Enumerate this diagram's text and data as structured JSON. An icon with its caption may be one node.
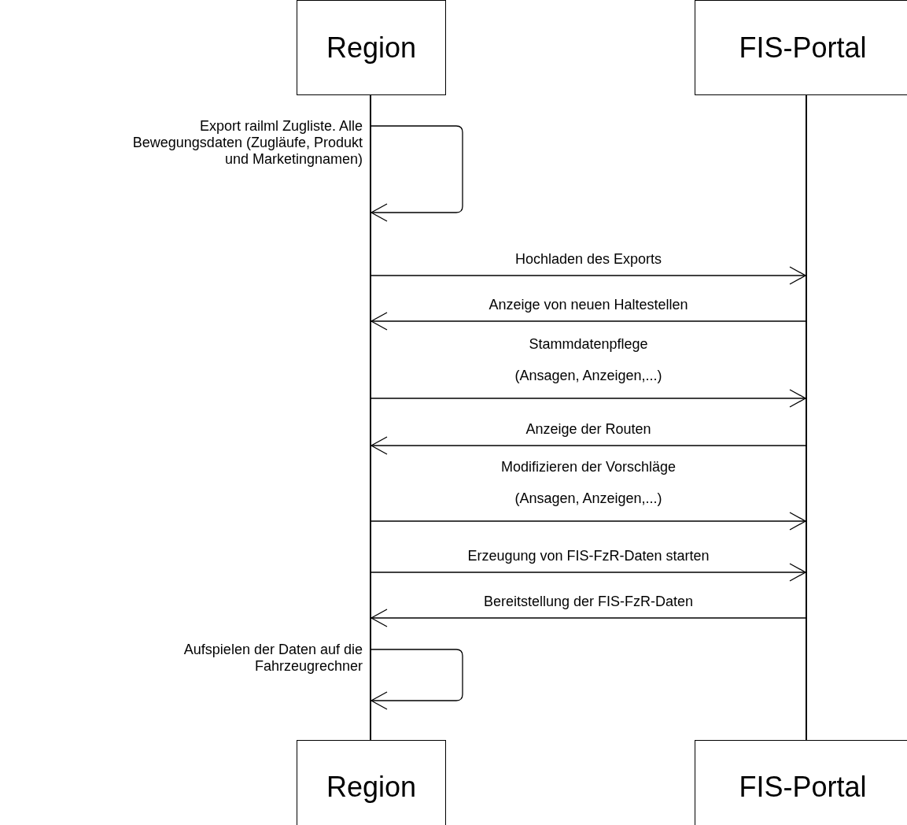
{
  "diagram": {
    "nodes": [
      {
        "text": [
          "Region"
        ]
      },
      {
        "text": [
          "FIS-Portal"
        ]
      },
      {
        "text": [],
        "shape": "line"
      },
      {
        "text": [],
        "shape": "line"
      },
      {
        "text": [
          "Region"
        ]
      },
      {
        "text": [
          "FIS-Portal"
        ]
      }
    ],
    "edges": [
      {
        "from": 2,
        "to": 2,
        "arrow": "to",
        "label": "Export railml Zugliste. Alle Bewegungsdaten (Zugläufe, Produkt und Marketingnamen)"
      },
      {
        "from": 2,
        "to": 3,
        "arrow": "to",
        "label": "Hochladen des Exports"
      },
      {
        "from": 3,
        "to": 2,
        "arrow": "to",
        "label": "Anzeige von neuen Haltestellen"
      },
      {
        "from": 2,
        "to": 3,
        "arrow": "to",
        "label": "Stammdatenpflege (Ansagen, Anzeigen,...)"
      },
      {
        "from": 3,
        "to": 2,
        "arrow": "to",
        "label": "Anzeige der Routen"
      },
      {
        "from": 2,
        "to": 3,
        "arrow": "to",
        "label": "Modifizieren der Vorschläge (Ansagen, Anzeigen,...)"
      },
      {
        "from": 2,
        "to": 3,
        "arrow": "to",
        "label": "Erzeugung von FIS-FzR-Daten starten"
      },
      {
        "from": 3,
        "to": 2,
        "arrow": "to",
        "label": "Bereitstellung der FIS-FzR-Daten"
      },
      {
        "from": 2,
        "to": 2,
        "arrow": "to",
        "label": "Aufspielen der Daten auf die Fahrzeugrechner"
      }
    ]
  }
}
